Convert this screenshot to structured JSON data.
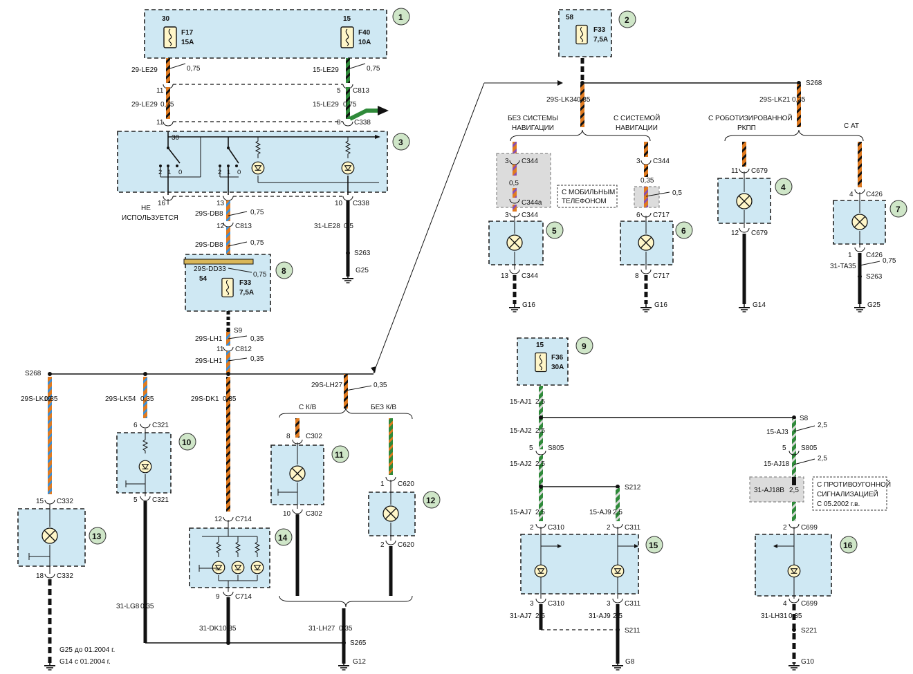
{
  "blocks": {
    "b1": {
      "badge": "1",
      "pin_a": "30",
      "fuse_a": "F17",
      "rating_a": "15A",
      "pin_b": "15",
      "fuse_b": "F40",
      "rating_b": "10A"
    },
    "b2": {
      "badge": "2",
      "pin": "58",
      "fuse": "F33",
      "rating": "7,5A"
    },
    "b3": {
      "badge": "3",
      "pin": "30",
      "sw_2": "2",
      "sw_1": "1",
      "sw_0": "0"
    },
    "b4": {
      "badge": "4"
    },
    "b5": {
      "badge": "5"
    },
    "b6": {
      "badge": "6"
    },
    "b7": {
      "badge": "7"
    },
    "b8": {
      "badge": "8",
      "pin": "54",
      "fuse": "F33",
      "rating": "7,5A"
    },
    "b9": {
      "badge": "9",
      "pin": "15",
      "fuse": "F36",
      "rating": "30A"
    },
    "b10": {
      "badge": "10"
    },
    "b11": {
      "badge": "11"
    },
    "b12": {
      "badge": "12"
    },
    "b13": {
      "badge": "13"
    },
    "b14": {
      "badge": "14"
    },
    "b15": {
      "badge": "15"
    },
    "b16": {
      "badge": "16"
    }
  },
  "labels": {
    "w_29le29_a": "29-LE29",
    "s_075_a": "0,75",
    "w_15le29_a": "15-LE29",
    "s_075_b": "0,75",
    "p11a": "11",
    "p5a": "5",
    "c813a": "C813",
    "w_29le29_b": "29-LE29",
    "s_075_c": "0,75",
    "w_15le29_b": "15-LE29",
    "s_075_d": "0,75",
    "p11b": "11",
    "p8a": "8",
    "c338a": "C338",
    "p16": "16",
    "p13": "13",
    "p10a": "10",
    "c338b": "C338",
    "not_used_1": "НЕ",
    "not_used_2": "ИСПОЛЬЗУЕТСЯ",
    "w_29sdb8_a": "29S-DB8",
    "s_075_e": "0,75",
    "w_31le28": "31-LE28",
    "s_05_a": "0,5",
    "p12a": "12",
    "c813b": "C813",
    "s263a": "S263",
    "g25a": "G25",
    "w_29sdb8_b": "29S-DB8",
    "s_075_f": "0,75",
    "w_29sdd33": "29S-DD33",
    "s_075_g": "0,75",
    "w_29slh1_a": "29S-LH1",
    "s_035_a": "0,35",
    "s9": "S9",
    "p11c": "11",
    "c812": "C812",
    "w_29slh1_b": "29S-LH1",
    "s_035_b": "0,35",
    "s268a": "S268",
    "w_29slh27": "29S-LH27",
    "s_035_c": "0,35",
    "w_29slk19": "29S-LK19",
    "s_035_d": "0,35",
    "w_29slk54": "29S-LK54",
    "s_035_e": "0,35",
    "w_29sdk1": "29S-DK1",
    "s_035_f": "0,35",
    "with_kv": "С К/В",
    "without_kv": "БЕЗ К/В",
    "p6a": "6",
    "c321a": "C321",
    "p8b": "8",
    "c302a": "C302",
    "p1a": "1",
    "c620a": "C620",
    "p5b": "5",
    "c321b": "C321",
    "p10b": "10",
    "c302b": "C302",
    "p2a": "2",
    "c620b": "C620",
    "p15a": "15",
    "c332a": "C332",
    "p18": "18",
    "c332b": "C332",
    "p12b": "12",
    "c714a": "C714",
    "p9a": "9",
    "c714b": "C714",
    "w_31lg8": "31-LG8",
    "s_035_g": "0,35",
    "w_31dk1": "31-DK1",
    "s_035_h": "0,35",
    "w_31lh27": "31-LH27",
    "s_035_i": "0,35",
    "s265": "S265",
    "g25b": "G25",
    "g25_note": "до 01.2004 г.",
    "g14a": "G14",
    "g14_note": "с 01.2004 г.",
    "g12": "G12",
    "s268b": "S268",
    "w_29slk34": "29S-LK34",
    "s_035_j": "0,35",
    "w_29slk21": "29S-LK21",
    "s_035_k": "0,35",
    "no_nav_1": "БЕЗ СИСТЕМЫ",
    "no_nav_2": "НАВИГАЦИИ",
    "with_nav_1": "С СИСТЕМОЙ",
    "with_nav_2": "НАВИГАЦИИ",
    "robot_1": "С РОБОТИЗИРОВАННОЙ",
    "robot_2": "РКПП",
    "with_at": "С АТ",
    "p3a": "3",
    "c344a": "C344",
    "s_05_b": "0,5",
    "c344a_b": "C344a",
    "p3b": "3",
    "c344b": "C344",
    "mobile_1": "С МОБИЛЬНЫМ",
    "mobile_2": "ТЕЛЕФОНОМ",
    "p3c": "3",
    "c344c": "C344",
    "s_035_l": "0,35",
    "s_05_c": "0,5",
    "p6b": "6",
    "c717a": "C717",
    "p11d": "11",
    "c679a": "C679",
    "p4a": "4",
    "c426a": "C426",
    "p12c": "12",
    "c679b": "C679",
    "p1b": "1",
    "c426b": "C426",
    "w_31ta35": "31-TA35",
    "s_075_h": "0,75",
    "s263b": "S263",
    "p13b": "13",
    "c344d": "C344",
    "p8c": "8",
    "c717b": "C717",
    "g16a": "G16",
    "g16b": "G16",
    "g14b": "G14",
    "g25c": "G25",
    "w_15aj1": "15-AJ1",
    "s_25_a": "2,5",
    "s8": "S8",
    "w_15aj2_a": "15-AJ2",
    "s_25_b": "2,5",
    "w_15aj3": "15-AJ3",
    "s_25_c": "2,5",
    "p5c": "5",
    "s805a": "S805",
    "p5d": "5",
    "s805b": "S805",
    "w_15aj2_b": "15-AJ2",
    "s_25_d": "2,5",
    "w_15aj18": "15-AJ18",
    "s_25_e": "2,5",
    "s212": "S212",
    "w_31aj18b": "31-AJ18B",
    "s_25_f": "2,5",
    "alarm_1": "С ПРОТИВОУГОННОЙ",
    "alarm_2": "СИГНАЛИЗАЦИЕЙ",
    "alarm_3": "С 05.2002 г.в.",
    "w_15aj7": "15-AJ7",
    "s_25_g": "2,5",
    "w_15aj9": "15-AJ9",
    "s_25_h": "2,5",
    "p2b": "2",
    "c310a": "C310",
    "p2c": "2",
    "c311a": "C311",
    "p2d": "2",
    "c699a": "C699",
    "p3d": "3",
    "c310b": "C310",
    "p3e": "3",
    "c311b": "C311",
    "p4b": "4",
    "c699b": "C699",
    "w_31aj7": "31-AJ7",
    "s_25_i": "2,5",
    "w_31aj9": "31-AJ9",
    "s_25_j": "2,5",
    "w_31lh31": "31-LH31",
    "s_035_m": "0,35",
    "s211": "S211",
    "s221": "S221",
    "g8": "G8",
    "g10": "G10"
  },
  "colors": {
    "orange": "#e07a1f",
    "green": "#2f8a3a",
    "black": "#111111",
    "blue": "#3a8fd8",
    "violet": "#8a4fb0",
    "yellow": "#e8c020",
    "box_fill": "#cfe8f3",
    "badge_fill": "#cfe6c8"
  }
}
